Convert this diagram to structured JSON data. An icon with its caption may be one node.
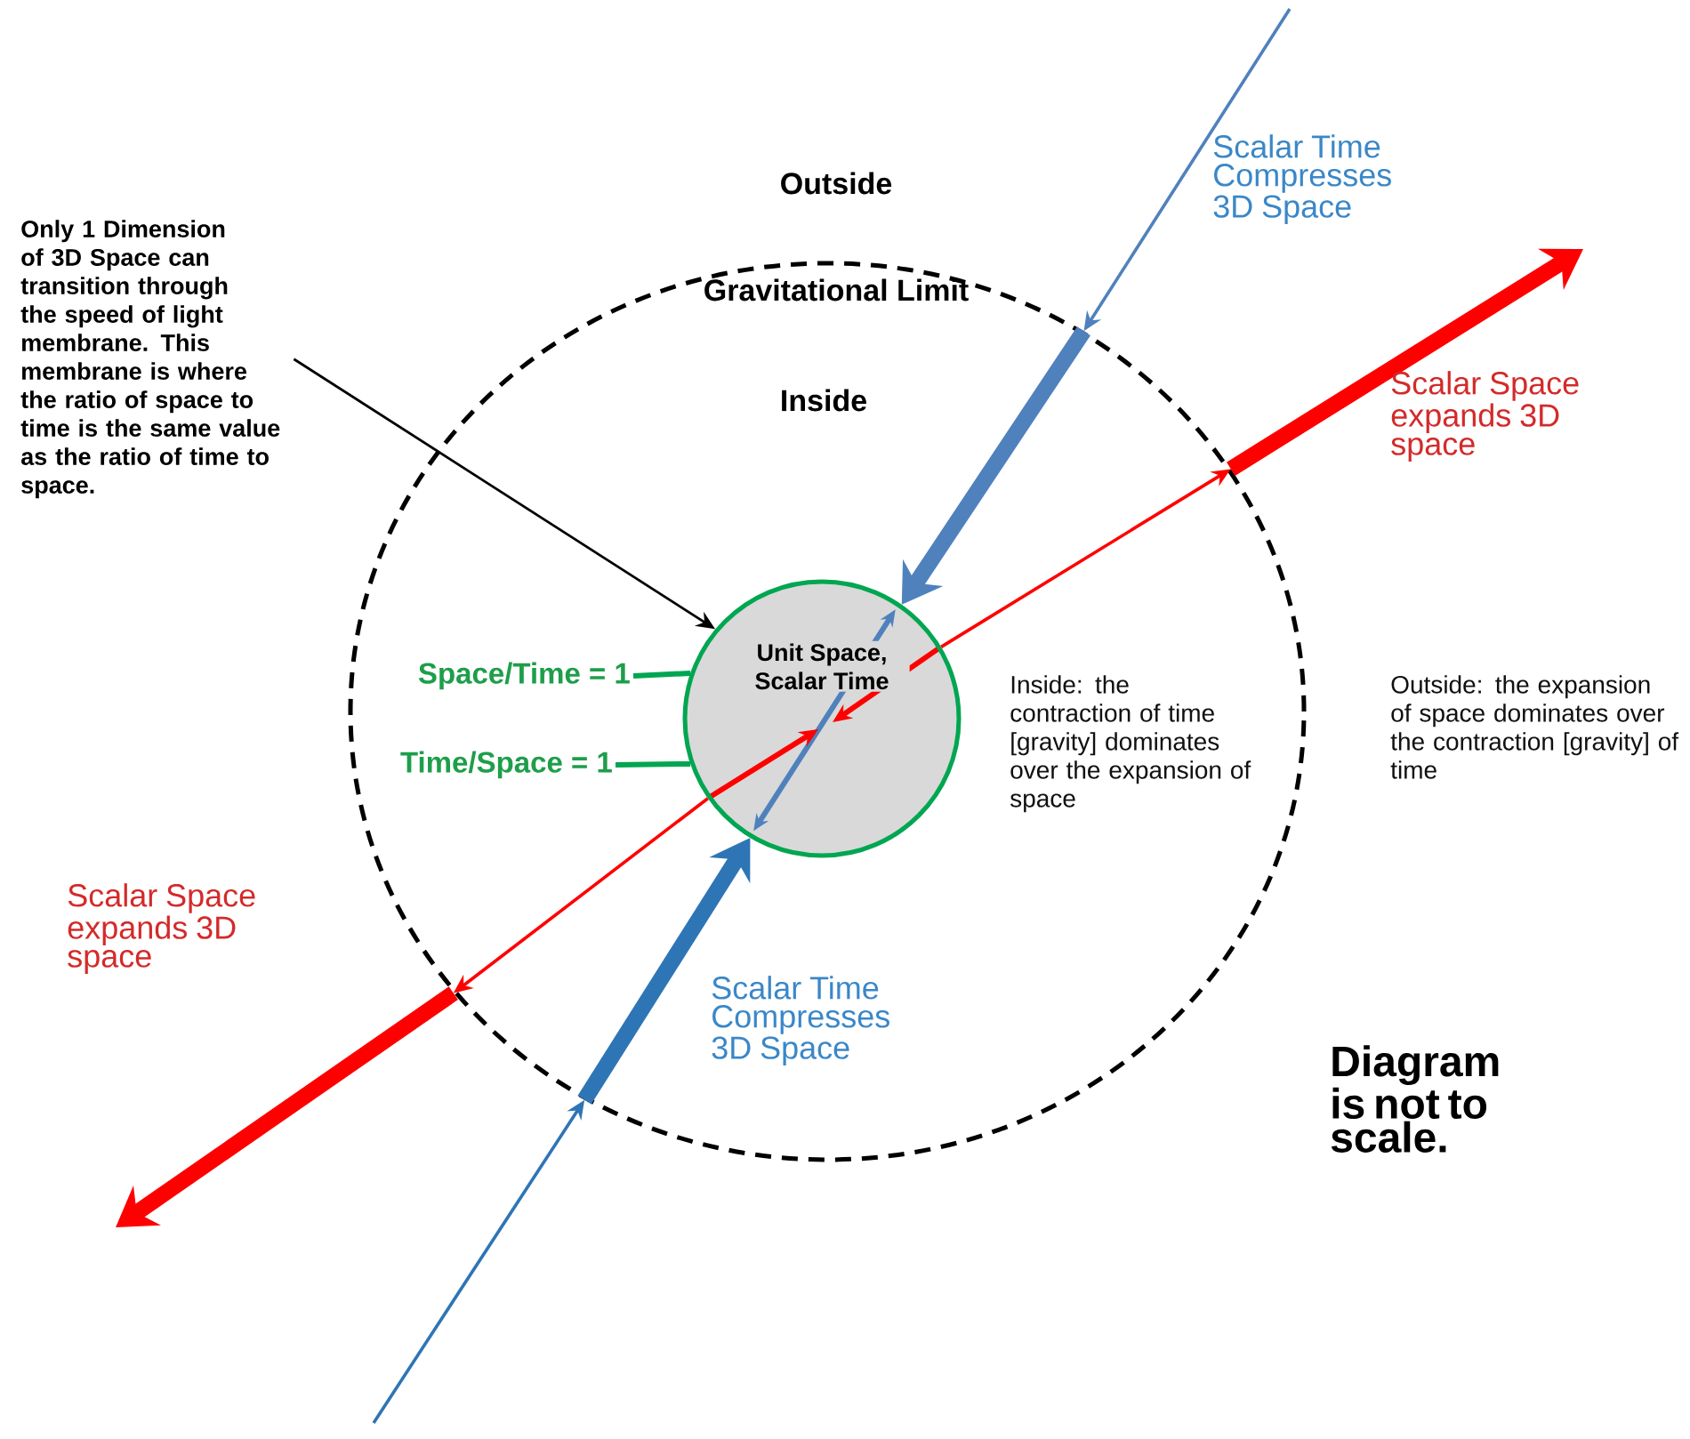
{
  "diagram": {
    "nodes": [
      {
        "text": [],
        "shape": "circle"
      },
      {
        "text": [
          "Unit Space, Scalar Time"
        ],
        "in": 0
      },
      {
        "text": [
          "Only 1 Dimension of 3D Space can transition through the speed of light membrane. This membrane is where the ratio of space to time is the same value as the ratio of time to space."
        ]
      },
      {
        "text": [
          "Space/Time = 1"
        ],
        "in": 0
      },
      {
        "text": [
          "Time/Space = 1"
        ],
        "in": 0
      }
    ],
    "edges": [
      {
        "from": null,
        "to": 0,
        "arrow": "to",
        "color": "#4f81bd"
      },
      {
        "from": 0,
        "to": 1,
        "arrow": "to",
        "style": "thick",
        "color": "#4f81bd"
      },
      {
        "from": null,
        "to": 0,
        "arrow": "to",
        "color": "#2e75b6"
      },
      {
        "from": 0,
        "to": 1,
        "arrow": "to",
        "style": "thick",
        "color": "#2e75b6"
      },
      {
        "from": 1,
        "to": 0,
        "arrow": "to",
        "color": "#ff0000"
      },
      {
        "from": 0,
        "to": null,
        "arrow": "to",
        "style": "thick",
        "color": "#ff0000"
      },
      {
        "from": 1,
        "to": 0,
        "arrow": "to",
        "color": "#ff0000"
      },
      {
        "from": 0,
        "to": null,
        "arrow": "to",
        "style": "thick",
        "color": "#ff0000"
      },
      {
        "from": 2,
        "to": 1,
        "arrow": "to",
        "color": "#000000"
      },
      {
        "from": 3,
        "to": 1,
        "arrow": "none",
        "color": "#00a651"
      },
      {
        "from": 4,
        "to": 1,
        "arrow": "none",
        "color": "#00a651"
      }
    ],
    "labels": [
      "Outside",
      "Gravitational Limit",
      "Inside",
      "Scalar Time Compresses 3D Space",
      "Scalar Space expands 3D space",
      "Inside:  the contraction of time [gravity] dominates over the expansion of space",
      "Outside:  the expansion of space dominates over the contraction [gravity] of time",
      "Scalar Space expands 3D space",
      "Scalar Time Compresses 3D Space",
      "Diagram is not to scale."
    ]
  }
}
